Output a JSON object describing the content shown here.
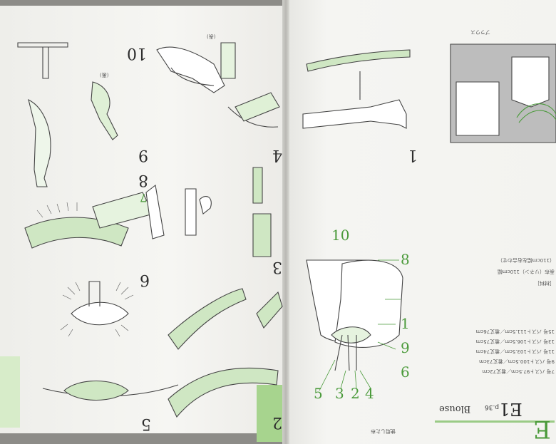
{
  "left_page": {
    "step_numbers": [
      "10",
      "9",
      "8",
      "7",
      "6",
      "5",
      "4",
      "3",
      "2"
    ],
    "label_dense": "(裏)",
    "label_front": "(表)"
  },
  "right_page": {
    "section_letter": "E",
    "title_code": "E1",
    "title_page_ref": "p.36",
    "title_name": "Blouse",
    "step_one": "1",
    "diagram_callouts": [
      "10",
      "8",
      "1",
      "9",
      "6",
      "4",
      "2",
      "3",
      "5"
    ],
    "sizes_lines": [
      "7号 バスト97.5cm／着丈72cm",
      "9号 バスト100.5cm／着丈73cm",
      "11号 バスト103.5cm／着丈74cm",
      "13号 バスト106.5cm／着丈75cm",
      "15号 バスト111.5cm／着丈76cm"
    ],
    "materials_head": "［材料］",
    "fabric_line": "表布（リネン）110cm幅",
    "tape_line": "（110cm幅左右合わせ）",
    "footer_tag": "使用した布",
    "header_line": "ブラウス"
  }
}
